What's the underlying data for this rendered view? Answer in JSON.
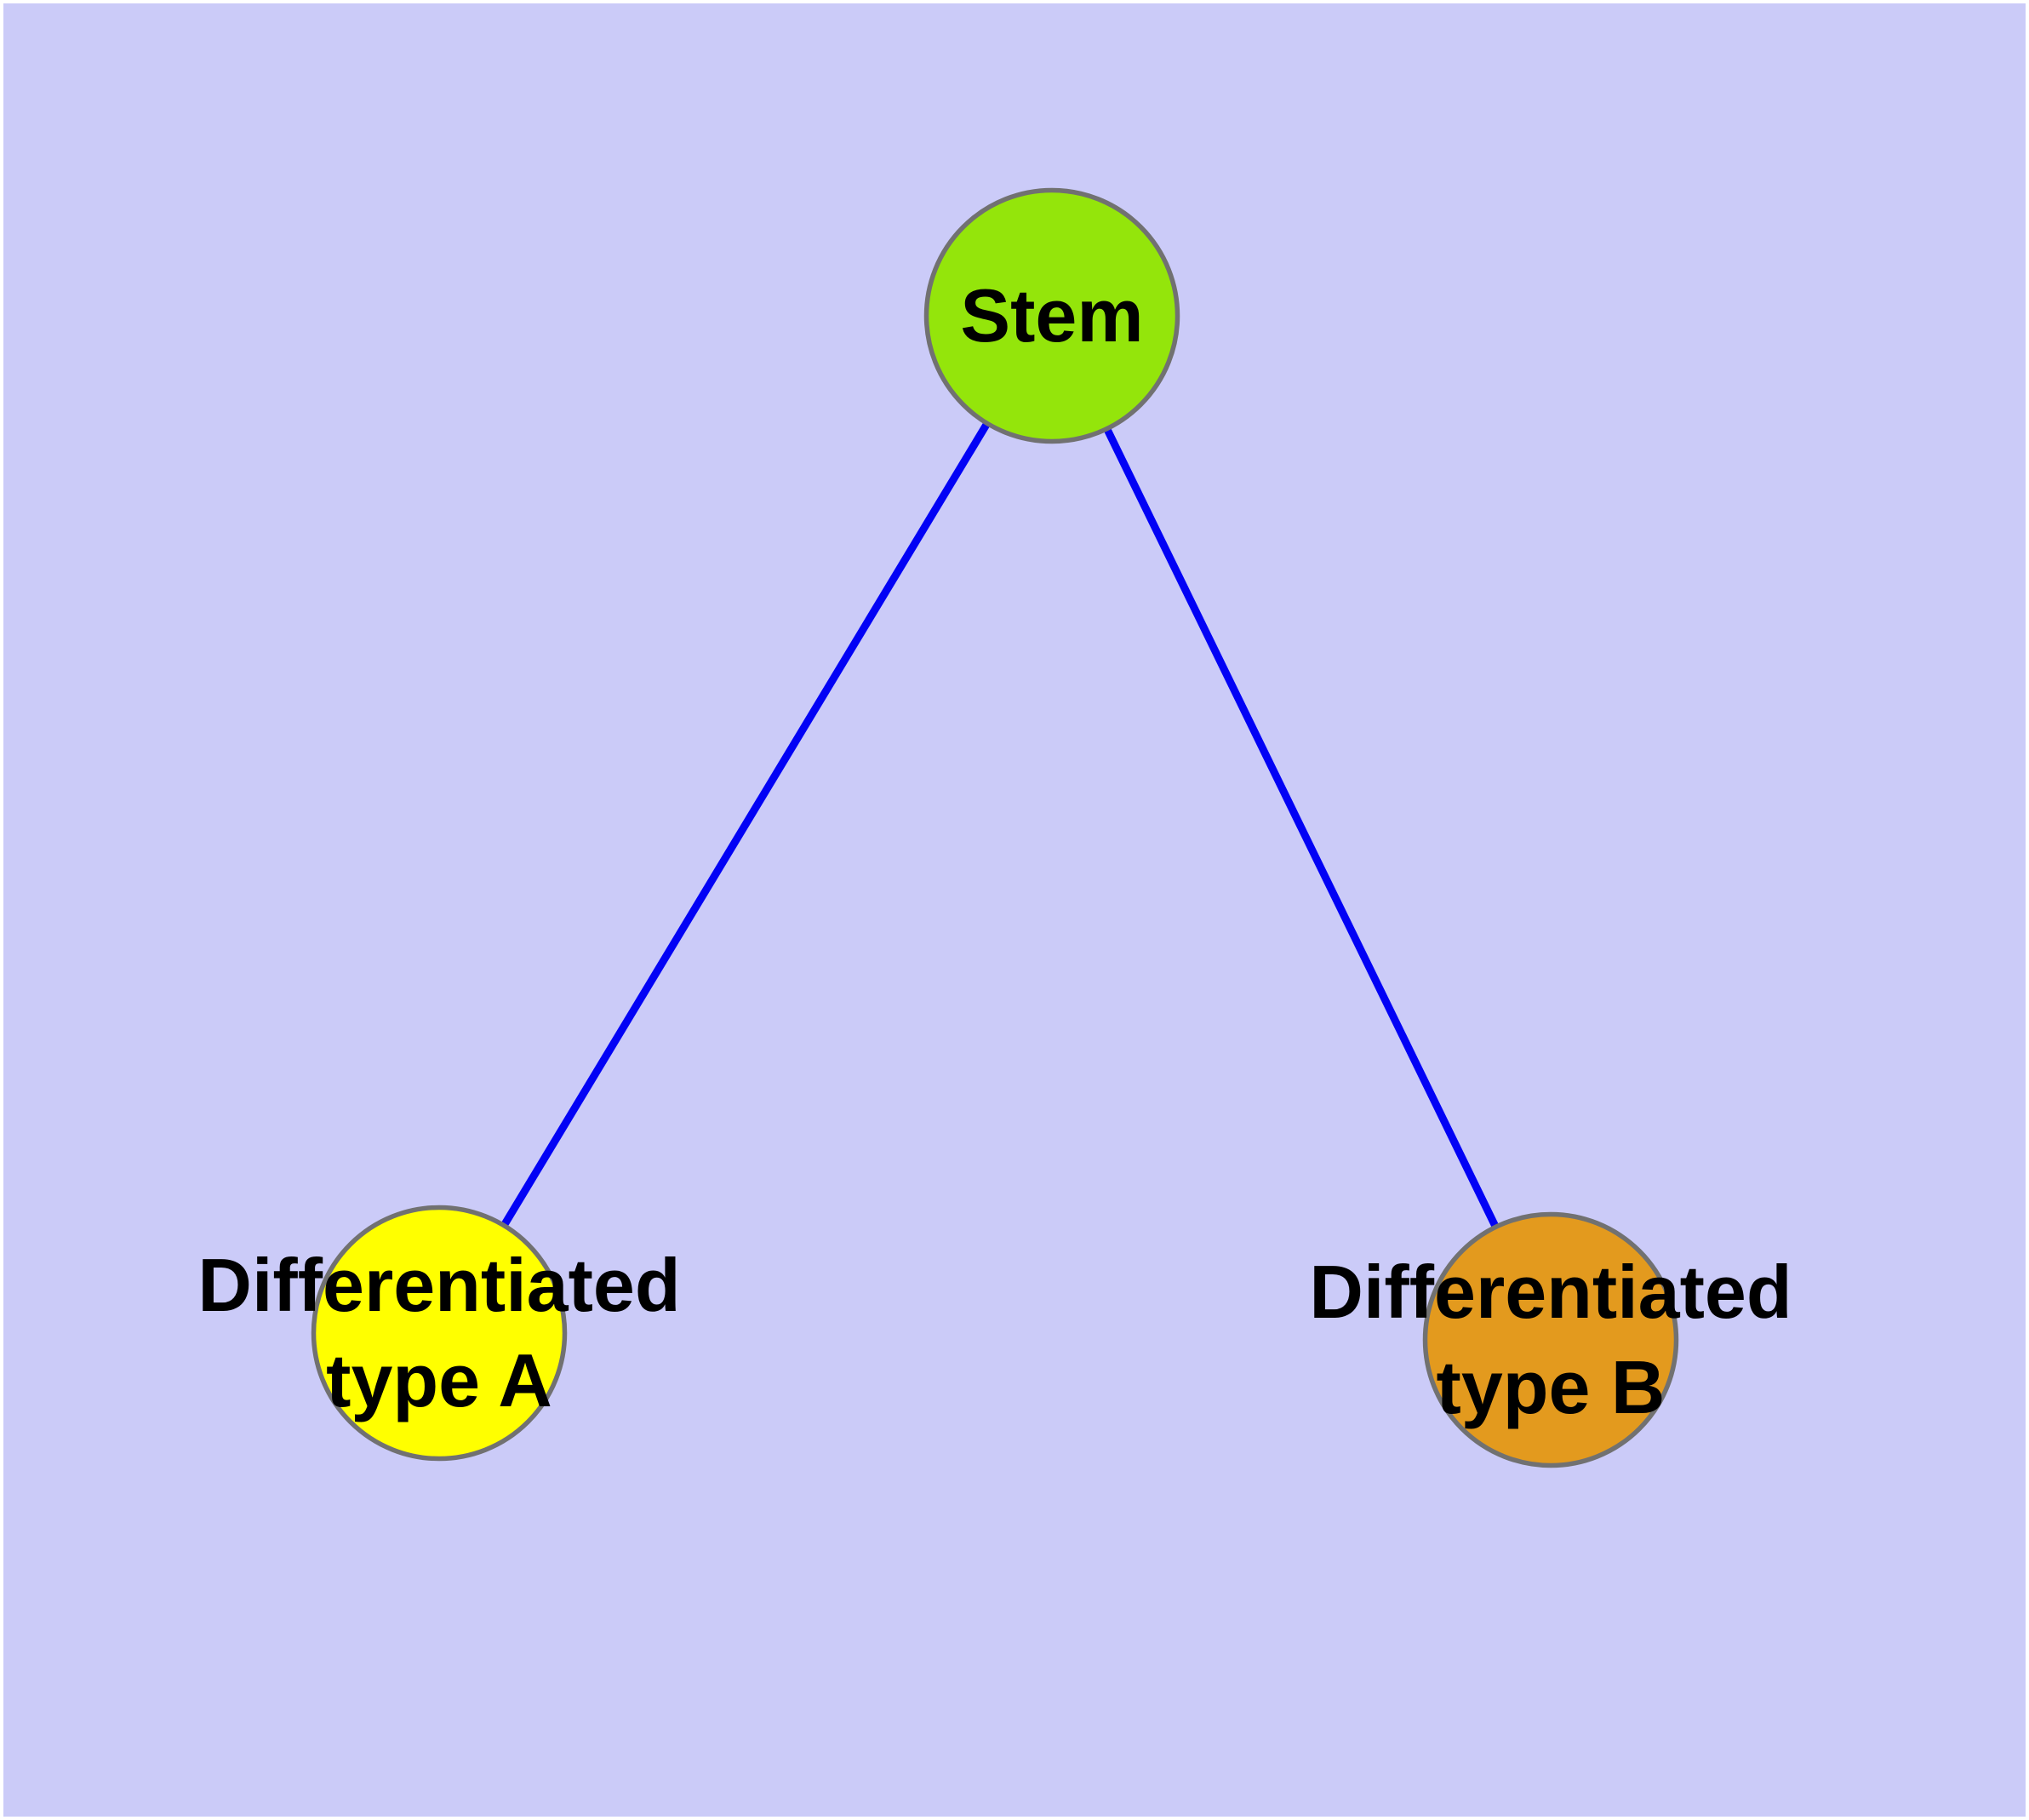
{
  "diagram": {
    "type": "graph",
    "background_color": "#CBCBF8",
    "frame_color": "#FFFFFF",
    "edge_color": "#0202F5",
    "node_border_color": "#717171",
    "label_color": "#000000",
    "nodes": [
      {
        "id": "stem",
        "label_lines": [
          "Stem"
        ],
        "fill_color": "#94E50B"
      },
      {
        "id": "differentiated-type-a",
        "label_lines": [
          "Differentiated",
          "type A"
        ],
        "fill_color": "#FFFF00"
      },
      {
        "id": "differentiated-type-b",
        "label_lines": [
          "Differentiated",
          "type B"
        ],
        "fill_color": "#E39A1E"
      }
    ],
    "edges": [
      {
        "source": "stem",
        "target": "differentiated-type-a"
      },
      {
        "source": "stem",
        "target": "differentiated-type-b"
      }
    ]
  }
}
